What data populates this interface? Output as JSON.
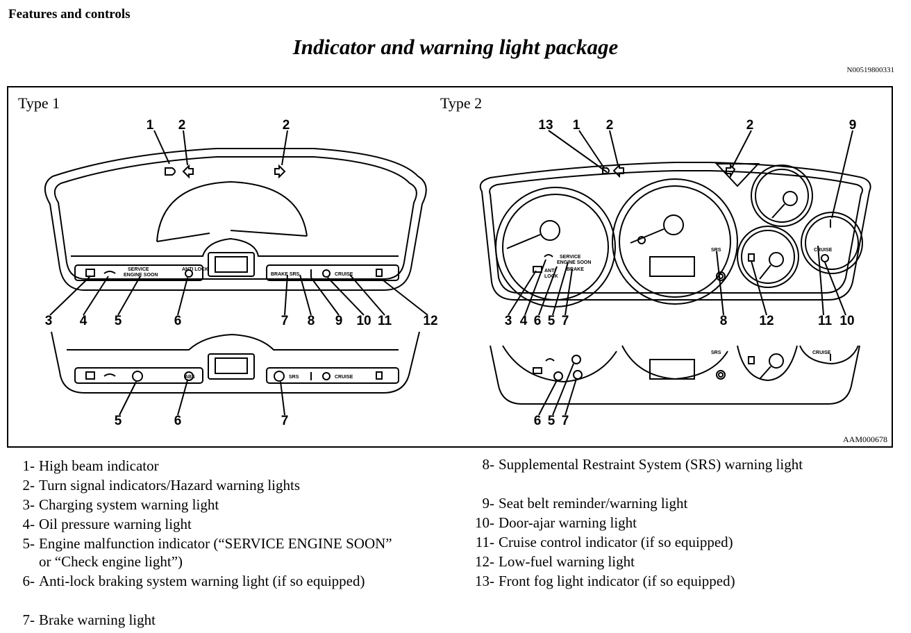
{
  "header": {
    "section": "Features and controls",
    "title": "Indicator and warning light package",
    "doc_code": "N00519800331"
  },
  "figure": {
    "type1_label": "Type 1",
    "type2_label": "Type 2",
    "figure_code": "AAM000678",
    "panel_text": {
      "service": "SERVICE",
      "engine_soon": "ENGINE SOON",
      "anti_lock": "ANTI LOCK",
      "abs": "ABS",
      "brake_srs": "BRAKE SRS",
      "srs": "SRS",
      "cruise": "CRUISE",
      "brake": "BRAKE",
      "anti": "ANTI",
      "lock": "LOCK"
    },
    "callouts_type1": [
      "1",
      "2",
      "2",
      "3",
      "4",
      "5",
      "6",
      "7",
      "8",
      "9",
      "10",
      "11",
      "12"
    ],
    "callouts_type1_lower": [
      "5",
      "6",
      "7"
    ],
    "callouts_type2": [
      "13",
      "1",
      "2",
      "2",
      "9",
      "3",
      "4",
      "6",
      "5",
      "7",
      "8",
      "12",
      "11",
      "10"
    ],
    "callouts_type2_lower": [
      "6",
      "5",
      "7"
    ]
  },
  "legend": {
    "left": [
      {
        "num": "1-",
        "text": "High beam indicator"
      },
      {
        "num": "2-",
        "text": "Turn signal indicators/Hazard warning lights"
      },
      {
        "num": "3-",
        "text": "Charging system warning light"
      },
      {
        "num": "4-",
        "text": "Oil pressure warning light"
      },
      {
        "num": "5-",
        "text": "Engine malfunction indicator (“SERVICE ENGINE SOON”"
      },
      {
        "num": "",
        "text": "or “Check engine light”)"
      },
      {
        "num": "6-",
        "text": "Anti-lock braking system warning light (if so equipped)"
      },
      {
        "num": "7-",
        "text": "Brake warning light"
      }
    ],
    "right": [
      {
        "num": "8-",
        "text": "Supplemental Restraint System (SRS) warning light"
      },
      {
        "num": "9-",
        "text": "Seat belt reminder/warning light"
      },
      {
        "num": "10-",
        "text": "Door-ajar warning light"
      },
      {
        "num": "11-",
        "text": "Cruise control indicator (if so equipped)"
      },
      {
        "num": "12-",
        "text": "Low-fuel warning light"
      },
      {
        "num": "13-",
        "text": "Front fog light indicator (if so equipped)"
      }
    ]
  }
}
